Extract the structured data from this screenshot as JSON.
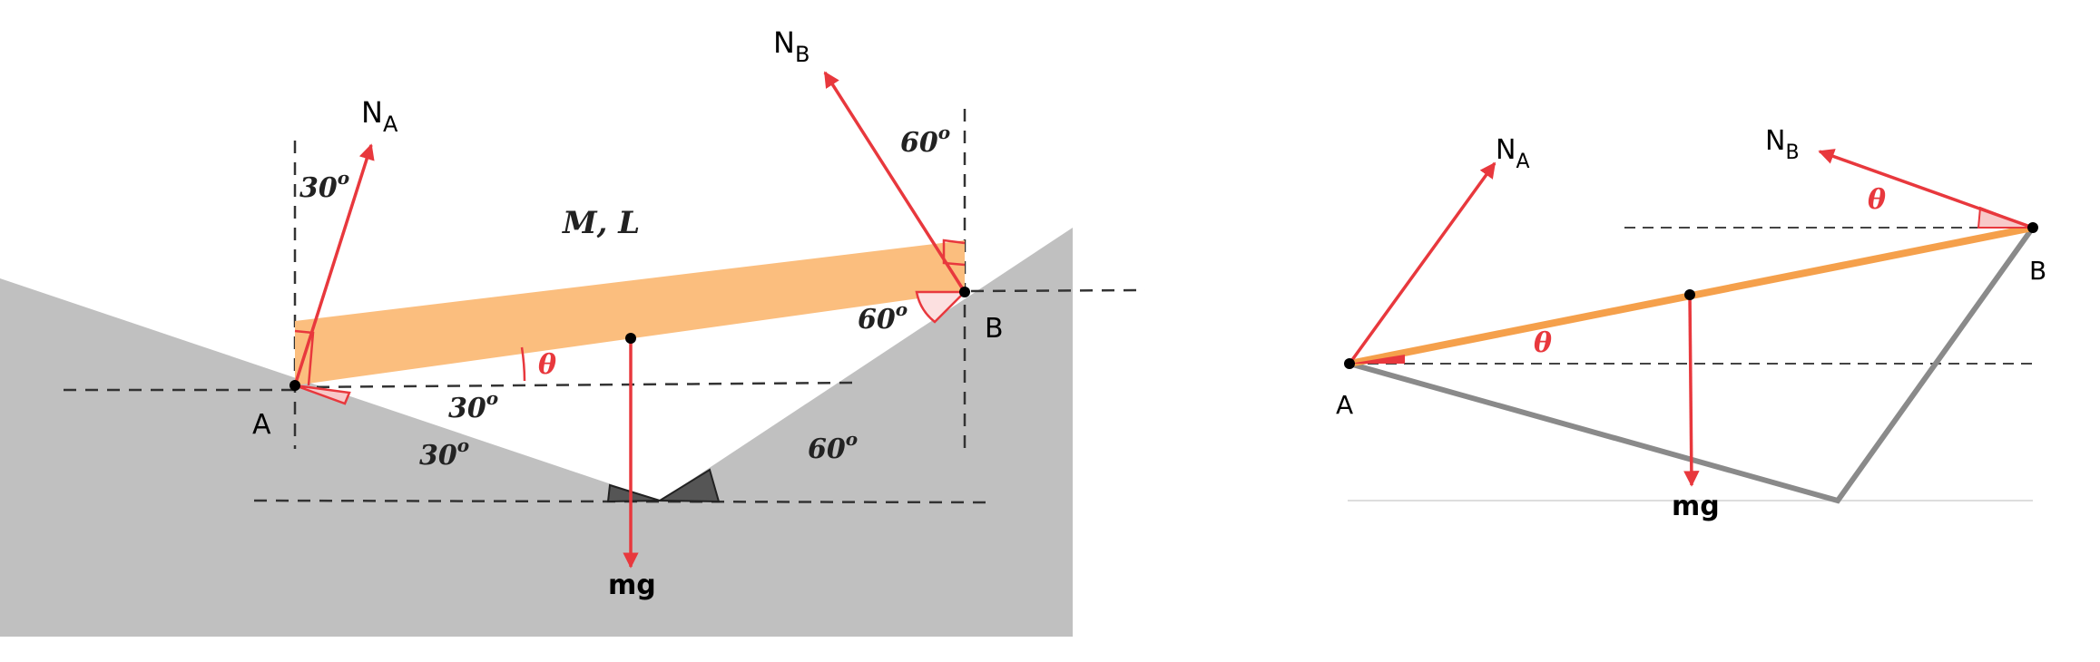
{
  "left": {
    "labels": {
      "na": "N",
      "na_sub": "A",
      "nb": "N",
      "nb_sub": "B",
      "point_a": "A",
      "point_b": "B",
      "mass_length": "M,  L",
      "mg": "mg",
      "theta": "θ"
    },
    "angles": {
      "na_from_vertical": "30",
      "nb_from_vertical": "60",
      "at_b": "60",
      "at_a_below_horizontal": "30",
      "left_incline": "30",
      "right_incline": "60",
      "degree_mark": "o"
    }
  },
  "right": {
    "labels": {
      "na": "N",
      "na_sub": "A",
      "nb": "N",
      "nb_sub": "B",
      "point_a": "A",
      "point_b": "B",
      "mg": "mg",
      "theta_rod": "θ",
      "theta_nb": "θ"
    }
  },
  "colors": {
    "rod": "#fbbe7e",
    "rod_line": "#f5a04b",
    "force": "#e8383d",
    "ground": "#c0c0c0",
    "triangle": "#8a8a8a"
  }
}
